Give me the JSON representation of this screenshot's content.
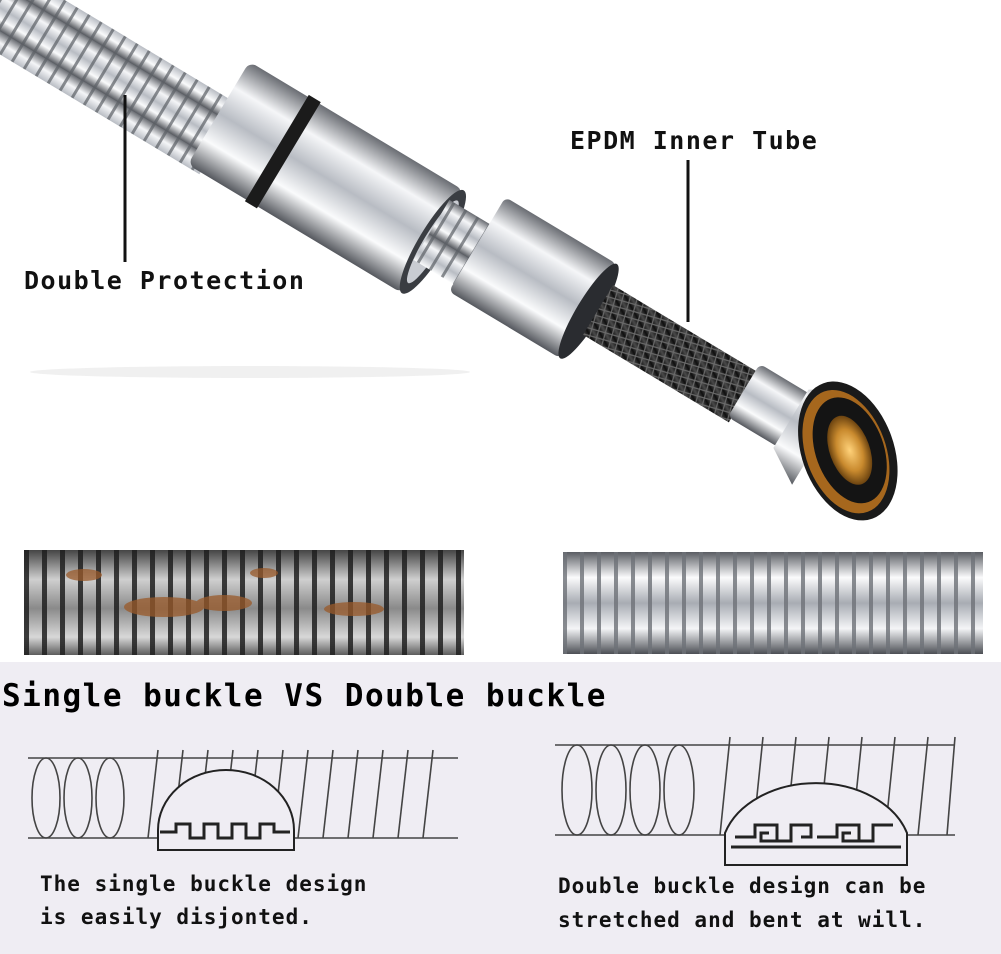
{
  "labels": {
    "double_protection": "Double Protection",
    "epdm_inner_tube": "EPDM Inner Tube"
  },
  "comparison": {
    "title": "Single buckle VS Double buckle",
    "single": {
      "line1": "The single buckle design",
      "line2": "is easily disjonted."
    },
    "double": {
      "line1": "Double buckle design can be",
      "line2": "stretched and bent at will."
    }
  },
  "colors": {
    "panel_background": "#efedf3",
    "chrome": "#c9ccd2",
    "braid": "#2a2a2a",
    "brass": "#c98a2e",
    "rust": "#9a5a2a"
  }
}
